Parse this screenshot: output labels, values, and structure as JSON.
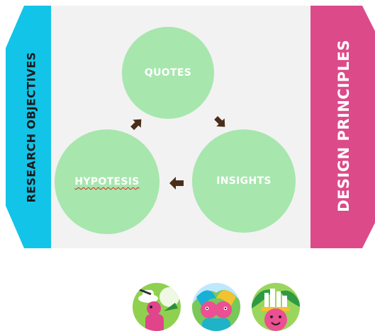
{
  "side_labels": {
    "left": "RESEARCH OBJECTIVES",
    "right": "DESIGN PRINCIPLES"
  },
  "nodes": {
    "quotes": "QUOTES",
    "hypotesis": "HYPOTESIS",
    "insights": "INSIGHTS"
  },
  "colors": {
    "left_tab": "#12c4e8",
    "right_tab": "#dc4a8a",
    "circle": "#a7e6ad",
    "arrow": "#4a2e1a"
  },
  "avatars": [
    "explorer-avatar-icon",
    "twins-avatar-icon",
    "city-mind-avatar-icon"
  ]
}
